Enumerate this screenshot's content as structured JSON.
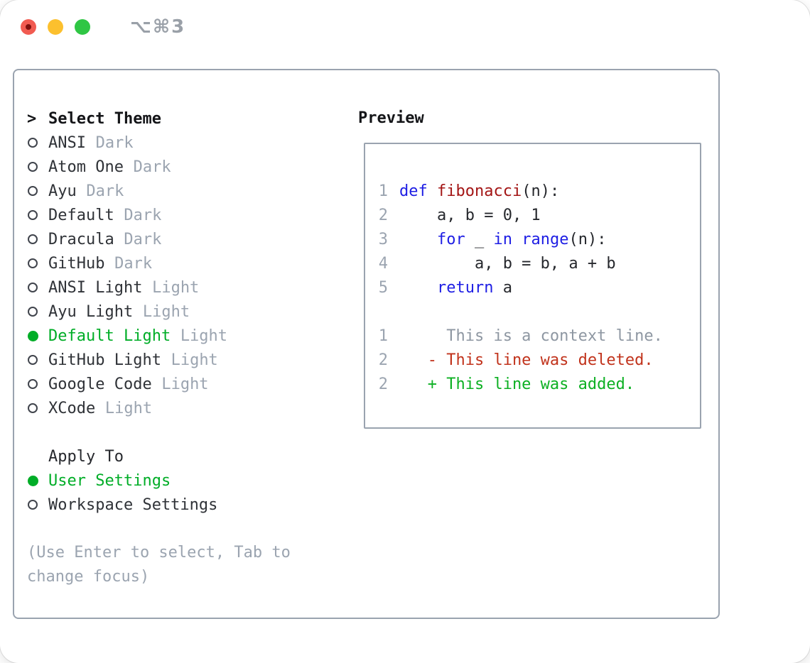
{
  "window": {
    "title_shortcut": "⌥⌘3"
  },
  "titlebar": {
    "buttons": [
      {
        "name": "close"
      },
      {
        "name": "minimize"
      },
      {
        "name": "zoom"
      }
    ]
  },
  "theme_panel": {
    "pointer": ">",
    "header": "Select Theme",
    "themes": [
      {
        "name": "ANSI",
        "variant": "Dark",
        "selected": false
      },
      {
        "name": "Atom One",
        "variant": "Dark",
        "selected": false
      },
      {
        "name": "Ayu",
        "variant": "Dark",
        "selected": false
      },
      {
        "name": "Default",
        "variant": "Dark",
        "selected": false
      },
      {
        "name": "Dracula",
        "variant": "Dark",
        "selected": false
      },
      {
        "name": "GitHub",
        "variant": "Dark",
        "selected": false
      },
      {
        "name": "ANSI Light",
        "variant": "Light",
        "selected": false
      },
      {
        "name": "Ayu Light",
        "variant": "Light",
        "selected": false
      },
      {
        "name": "Default Light",
        "variant": "Light",
        "selected": true
      },
      {
        "name": "GitHub Light",
        "variant": "Light",
        "selected": false
      },
      {
        "name": "Google Code",
        "variant": "Light",
        "selected": false
      },
      {
        "name": "XCode",
        "variant": "Light",
        "selected": false
      }
    ],
    "apply_to": {
      "header": "Apply To",
      "options": [
        {
          "label": "User Settings",
          "selected": true
        },
        {
          "label": "Workspace Settings",
          "selected": false
        }
      ]
    },
    "hint": "(Use Enter to select, Tab to\nchange focus)"
  },
  "preview": {
    "header": "Preview",
    "lines": [
      {
        "no": "1",
        "segs": [
          {
            "t": "def",
            "c": "kw"
          },
          {
            "t": " ",
            "c": "plain"
          },
          {
            "t": "fibonacci",
            "c": "fn"
          },
          {
            "t": "(n):",
            "c": "plain"
          }
        ]
      },
      {
        "no": "2",
        "segs": [
          {
            "t": "    a, b = 0, 1",
            "c": "plain"
          }
        ]
      },
      {
        "no": "3",
        "segs": [
          {
            "t": "    ",
            "c": "plain"
          },
          {
            "t": "for",
            "c": "kw"
          },
          {
            "t": " _ ",
            "c": "plain"
          },
          {
            "t": "in",
            "c": "kw"
          },
          {
            "t": " ",
            "c": "plain"
          },
          {
            "t": "range",
            "c": "kw"
          },
          {
            "t": "(n):",
            "c": "plain"
          }
        ]
      },
      {
        "no": "4",
        "segs": [
          {
            "t": "        a, b = b, a + b",
            "c": "plain"
          }
        ]
      },
      {
        "no": "5",
        "segs": [
          {
            "t": "    ",
            "c": "plain"
          },
          {
            "t": "return",
            "c": "kw"
          },
          {
            "t": " a",
            "c": "plain"
          }
        ]
      },
      {
        "no": "",
        "segs": []
      },
      {
        "no": "1",
        "segs": [
          {
            "t": "     This is a context line.",
            "c": "ctx"
          }
        ]
      },
      {
        "no": "2",
        "segs": [
          {
            "t": "   - This line was deleted.",
            "c": "del"
          }
        ]
      },
      {
        "no": "2",
        "segs": [
          {
            "t": "   + This line was added.",
            "c": "add"
          }
        ]
      }
    ]
  },
  "colors": {
    "accent_green": "#00ad27",
    "syntax_keyword": "#1e1ee4",
    "syntax_function": "#a31515",
    "diff_deleted": "#c1331c",
    "diff_added": "#0db023",
    "diff_context": "#8e97a2",
    "border_gray": "#9aa3af",
    "light_gray": "#9ba4b0",
    "muted_gray": "#9aa0a8",
    "traffic_red": "#f15b51",
    "traffic_red_inner": "#7e100d",
    "traffic_yellow": "#fcc02e",
    "traffic_green": "#2fc644"
  }
}
